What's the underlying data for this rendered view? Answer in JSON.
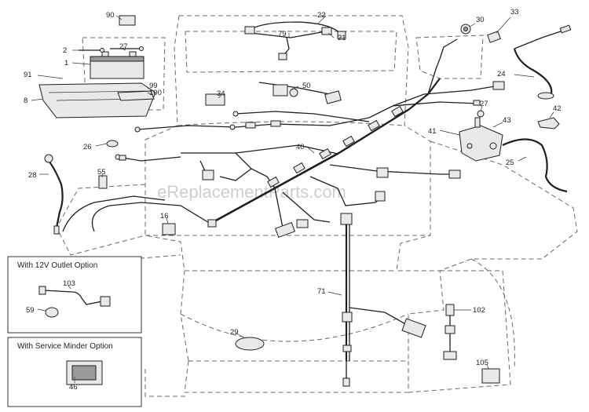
{
  "watermark": "eReplacementParts.com",
  "inset_boxes": [
    {
      "title": "With 12V Outlet Option",
      "part_numbers": [
        "103",
        "59"
      ]
    },
    {
      "title": "With Service Minder Option",
      "part_numbers": [
        "46"
      ]
    }
  ],
  "callouts": {
    "c1": "1",
    "c2": "2",
    "c8": "8",
    "c16": "16",
    "c21": "21",
    "c22": "22",
    "c24": "24",
    "c25": "25",
    "c26": "26",
    "c27a": "27",
    "c27b": "27",
    "c28": "28",
    "c29": "29",
    "c30": "30",
    "c33": "33",
    "c34": "34",
    "c40": "40",
    "c41": "41",
    "c42": "42",
    "c43": "43",
    "c50": "50",
    "c55": "55",
    "c71": "71",
    "c79": "79",
    "c90": "90",
    "c91": "91",
    "c99": "99",
    "c100": "100",
    "c102": "102",
    "c105": "105",
    "c103": "103",
    "c59": "59",
    "c46": "46"
  }
}
